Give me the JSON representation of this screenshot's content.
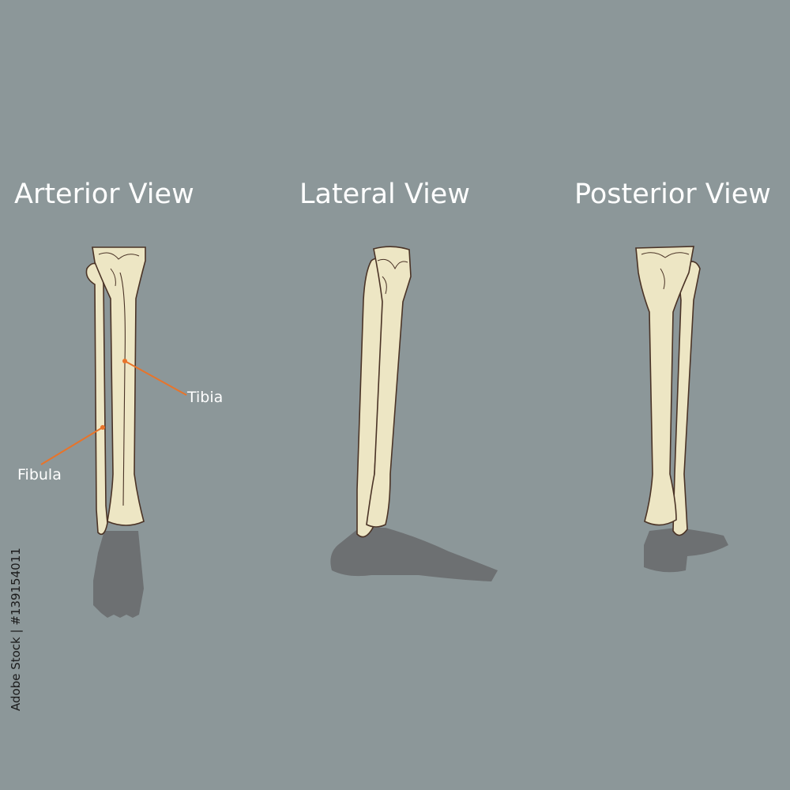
{
  "views": [
    {
      "title": "Arterior View"
    },
    {
      "title": "Lateral View"
    },
    {
      "title": "Posterior View"
    }
  ],
  "labels": {
    "tibia": "Tibia",
    "fibula": "Fibula"
  },
  "stock_id": "Adobe Stock | #139154011",
  "colors": {
    "background": "#8c9799",
    "bone": "#ede6c4",
    "outline": "#4a3326",
    "shadow": "#6d7072",
    "pointer": "#e8742a",
    "text": "#ffffff"
  }
}
